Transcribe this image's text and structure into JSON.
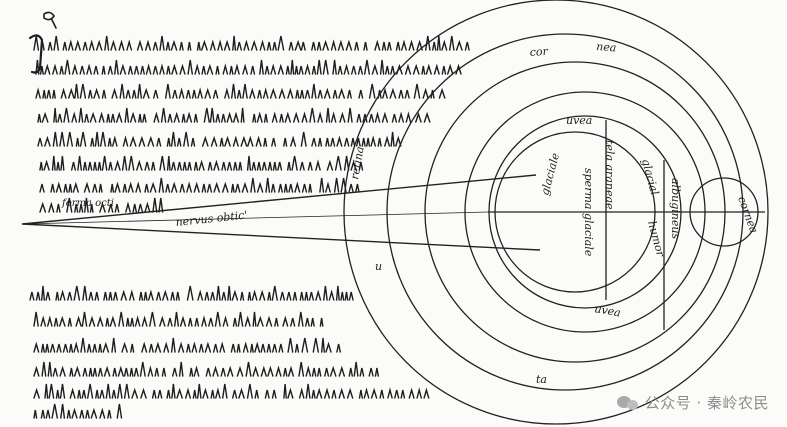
{
  "manuscript": {
    "diagram_labels": [
      {
        "key": "cornea_top_left",
        "text": "cor"
      },
      {
        "key": "cornea_top_right",
        "text": "nea"
      },
      {
        "key": "uvea_top",
        "text": "uvea"
      },
      {
        "key": "glaciale_left",
        "text": "glaciale"
      },
      {
        "key": "sperma_glaciale",
        "text": "sperma glaciale"
      },
      {
        "key": "tela_aranea",
        "text": "tela araneae"
      },
      {
        "key": "glacial_right",
        "text": "glacial"
      },
      {
        "key": "humor_right",
        "text": "humor"
      },
      {
        "key": "albugineus",
        "text": "albugineus"
      },
      {
        "key": "cornea_small",
        "text": "cornea"
      },
      {
        "key": "nervus_obtic",
        "text": "nervus obtic'"
      },
      {
        "key": "forma_oculi",
        "text": "forma octi"
      },
      {
        "key": "retina_left",
        "text": "retina"
      },
      {
        "key": "uvea_bottom",
        "text": "uvea"
      },
      {
        "key": "bottom_left_arc",
        "text": "u"
      },
      {
        "key": "bottom_arc",
        "text": "ta"
      }
    ]
  },
  "watermark": {
    "icon": "wechat-icon",
    "text": "公众号 · 秦岭农民"
  }
}
